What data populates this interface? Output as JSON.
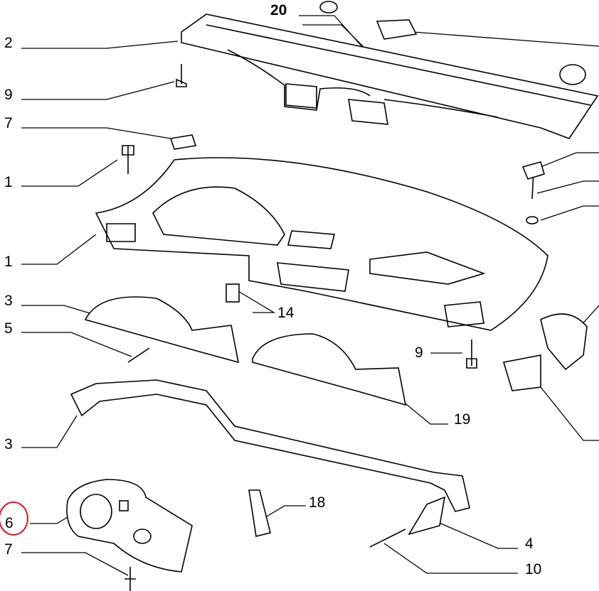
{
  "diagram": {
    "title": "Dashboard exploded parts view",
    "labels": {
      "top_20": "20",
      "left_2": "2",
      "left_9": "9",
      "left_7": "7",
      "left_1a": "1",
      "left_1b": "1",
      "left_3a": "3",
      "left_5": "5",
      "mid_14": "14",
      "mid_9": "9",
      "mid_19": "19",
      "left_3b": "3",
      "mid_18": "18",
      "left_6": "6",
      "left_7b": "7",
      "right_4": "4",
      "right_10": "10"
    },
    "highlight_color": "#e0141e",
    "highlighted_label": "6"
  }
}
